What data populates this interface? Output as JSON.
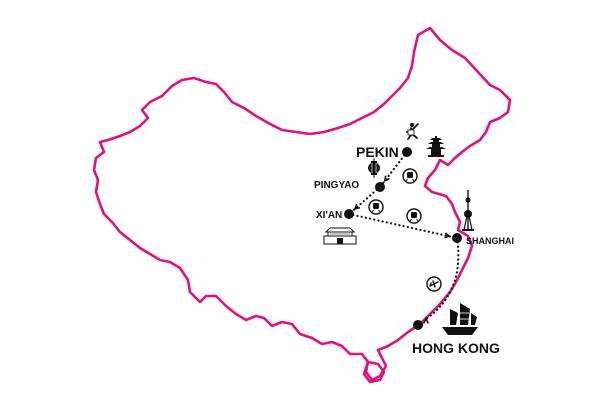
{
  "map": {
    "colors": {
      "border": "#e0117f",
      "route": "#111111",
      "marker": "#111111",
      "background": "#ffffff"
    },
    "cities": [
      {
        "id": "pekin",
        "label": "PEKIN"
      },
      {
        "id": "pingyao",
        "label": "PINGYAO"
      },
      {
        "id": "xian",
        "label": "XI'AN"
      },
      {
        "id": "shanghai",
        "label": "SHANGHAI"
      },
      {
        "id": "hongkong",
        "label": "HONG KONG"
      }
    ],
    "legs": [
      {
        "from": "pekin",
        "to": "pingyao",
        "transport": "train"
      },
      {
        "from": "pingyao",
        "to": "xian",
        "transport": "train"
      },
      {
        "from": "xian",
        "to": "shanghai",
        "transport": "train"
      },
      {
        "from": "shanghai",
        "to": "hongkong",
        "transport": "plane"
      }
    ],
    "landmark_icons": [
      "kung-fu-icon",
      "pagoda-icon",
      "lantern-icon",
      "city-wall-icon",
      "oriental-pearl-tower-icon",
      "junk-boat-icon"
    ]
  }
}
